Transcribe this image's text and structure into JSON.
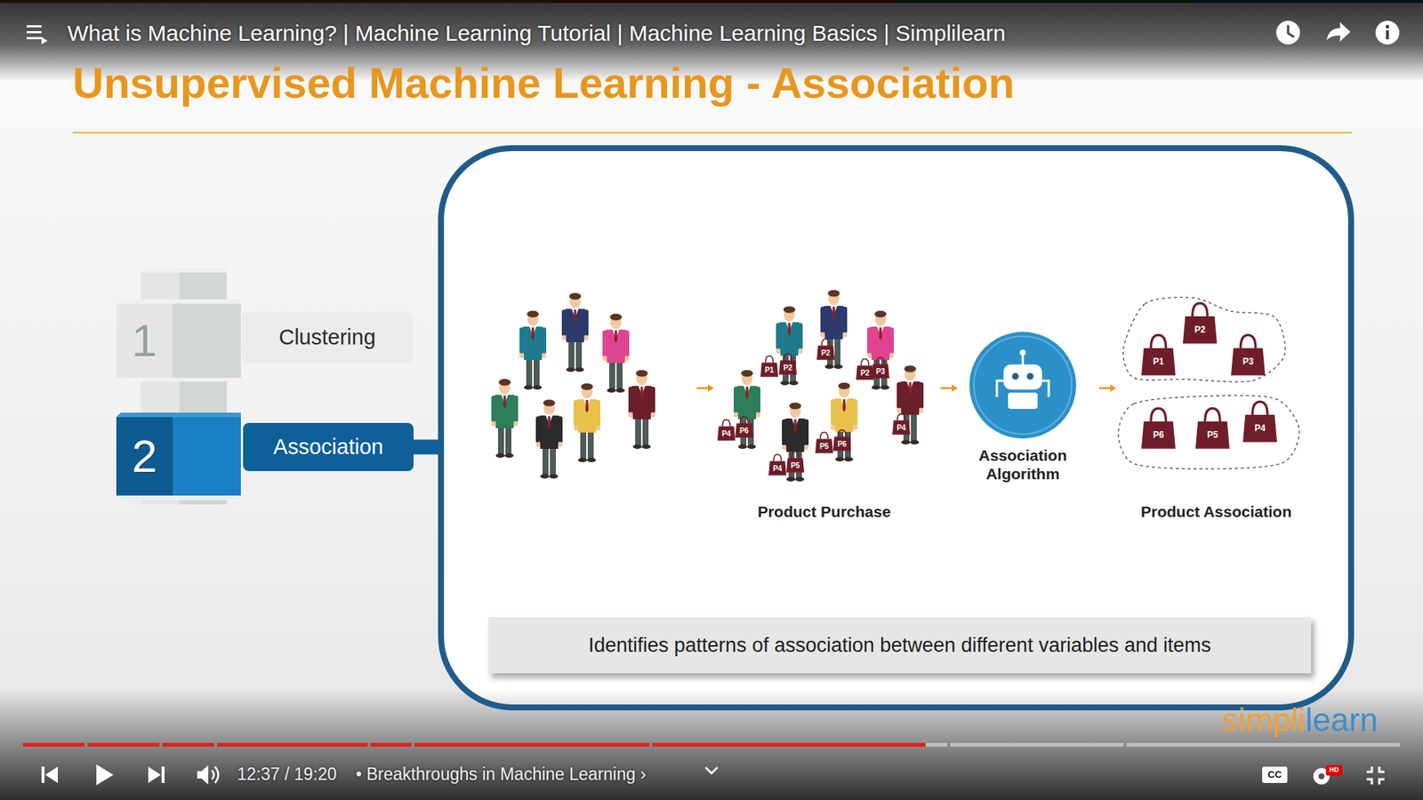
{
  "diagram": {
    "title": "Unsupervised Machine Learning - Association",
    "nodes": [
      {
        "text": [
          "1"
        ]
      },
      {
        "text": [
          "Clustering"
        ]
      },
      {
        "text": [
          "2"
        ]
      },
      {
        "text": [
          "Association"
        ]
      },
      {
        "text": []
      },
      {
        "text": [
          "Association Algorithm"
        ],
        "in": 4
      },
      {
        "text": [
          "Identifies patterns of association between different variables and items"
        ],
        "in": 4
      }
    ],
    "edges": [
      {
        "from": 3,
        "to": 4,
        "arrow": "none"
      }
    ],
    "labels": [
      "What is Machine Learning? | Machine Learning Tutorial | Machine Learning Basics | Simplilearn",
      "P1",
      "P2",
      "P2",
      "P2",
      "P3",
      "P4",
      "P6",
      "P4",
      "P5",
      "P5",
      "P6",
      "P4",
      "Product Purchase",
      "P2",
      "P1",
      "P3",
      "P6",
      "P5",
      "P4",
      "Product Association",
      "simplilearn",
      "12:37 / 19:20",
      "• Breakthroughs in Machine Learning ›",
      "CC",
      "HD"
    ]
  }
}
